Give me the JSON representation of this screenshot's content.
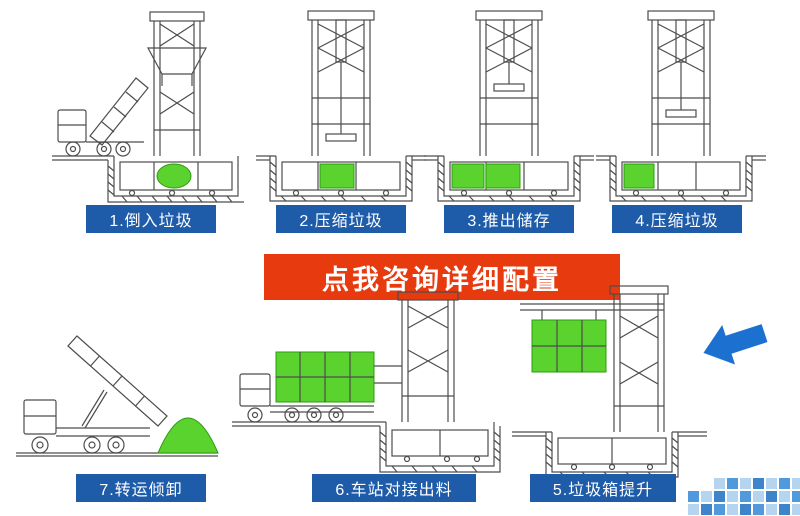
{
  "banner": {
    "label": "点我咨询详细配置"
  },
  "steps": [
    {
      "id": 1,
      "label": "1.倒入垃圾"
    },
    {
      "id": 2,
      "label": "2.压缩垃圾"
    },
    {
      "id": 3,
      "label": "3.推出储存"
    },
    {
      "id": 4,
      "label": "4.压缩垃圾"
    },
    {
      "id": 7,
      "label": "7.转运倾卸"
    },
    {
      "id": 6,
      "label": "6.车站对接出料"
    },
    {
      "id": 5,
      "label": "5.垃圾箱提升"
    }
  ],
  "icons": {
    "flow_arrow": "left-arrow"
  },
  "colors": {
    "label_bg": "#1e5ba8",
    "banner_bg": "#e73a0e",
    "green": "#5ad32f",
    "green_stroke": "#2e9b10",
    "arrow": "#1b70d0",
    "line": "#4d4d4d",
    "background": "#ffffff"
  }
}
